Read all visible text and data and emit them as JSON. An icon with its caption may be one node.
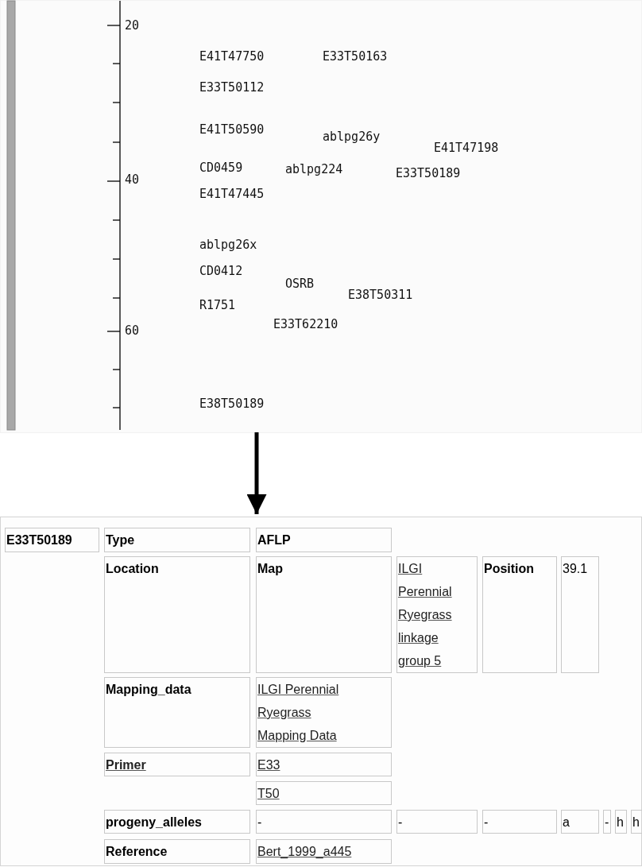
{
  "diagram": {
    "nodes": [
      {
        "text": [],
        "shape": "picture"
      },
      {
        "text": [],
        "shape": "box"
      }
    ],
    "edges": [
      {
        "from": 0,
        "to": 1,
        "arrow": "to"
      }
    ],
    "labels": [
      "20",
      "E41T47750",
      "E33T50163",
      "E33T50112",
      "E41T50590",
      "ablpg26y",
      "E41T47198",
      "CD0459",
      "ablpg224",
      "E33T50189",
      "40",
      "E41T47445",
      "ablpg26x",
      "CD0412",
      "OSRB",
      "E38T50311",
      "R1751",
      "E33T62210",
      "60",
      "E38T50189",
      "E33T50189",
      "Type",
      "AFLP",
      "Location",
      "Map",
      "ILGI Perennial Ryegrass linkage group 5",
      "Position",
      "39.1",
      "Mapping_data",
      "ILGI Perennial Ryegrass Mapping Data",
      "Primer",
      "E33",
      "T50",
      "progeny_alleles",
      "-",
      "-",
      "-",
      "a",
      "-",
      "h",
      "h",
      "Reference",
      "Bert_1999_a445"
    ]
  }
}
